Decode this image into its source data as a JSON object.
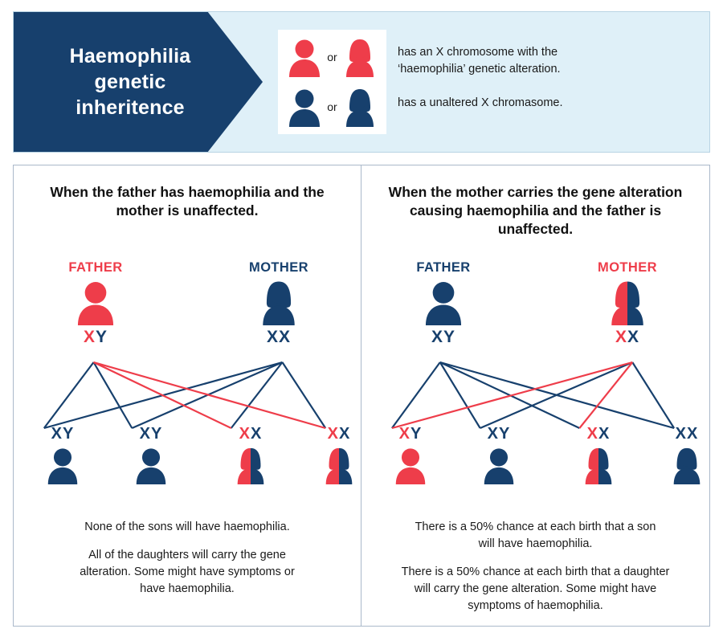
{
  "header": {
    "title": "Haemophilia genetic inheritence",
    "legend": {
      "or_label": "or",
      "affected_icons": [
        "red-male-figure",
        "red-female-figure"
      ],
      "unaffected_icons": [
        "blue-male-figure",
        "blue-female-figure"
      ],
      "affected_text_line1": "has an X chromosome with the",
      "affected_text_line2": "‘haemophilia’ genetic alteration.",
      "unaffected_text": "has a unaltered X chromasome."
    }
  },
  "colors": {
    "red": "#ee3d4a",
    "dark_blue": "#17406d",
    "header_band": "#dff0f8",
    "border": "#aab9ca"
  },
  "panels": [
    {
      "id": "father-affected",
      "heading": "When the father has haemophilia and the mother is unaffected.",
      "father": {
        "label": "FATHER",
        "label_color": "red",
        "figure": "red-male-figure",
        "chromosomes": [
          {
            "letter": "X",
            "color": "red"
          },
          {
            "letter": "Y",
            "color": "blue"
          }
        ]
      },
      "mother": {
        "label": "MOTHER",
        "label_color": "blue",
        "figure": "blue-female-figure",
        "chromosomes": [
          {
            "letter": "X",
            "color": "blue"
          },
          {
            "letter": "X",
            "color": "blue"
          }
        ]
      },
      "children": [
        {
          "sex": "son",
          "figure": "blue-male-figure",
          "chromosomes": [
            {
              "letter": "X",
              "color": "blue"
            },
            {
              "letter": "Y",
              "color": "blue"
            }
          ]
        },
        {
          "sex": "son",
          "figure": "blue-male-figure",
          "chromosomes": [
            {
              "letter": "X",
              "color": "blue"
            },
            {
              "letter": "Y",
              "color": "blue"
            }
          ]
        },
        {
          "sex": "daughter",
          "figure": "split-female-figure",
          "chromosomes": [
            {
              "letter": "X",
              "color": "red"
            },
            {
              "letter": "X",
              "color": "blue"
            }
          ]
        },
        {
          "sex": "daughter",
          "figure": "split-female-figure",
          "chromosomes": [
            {
              "letter": "X",
              "color": "red"
            },
            {
              "letter": "X",
              "color": "blue"
            }
          ]
        }
      ],
      "inheritance_lines": [
        {
          "from": "father",
          "to": 0,
          "color": "blue"
        },
        {
          "from": "father",
          "to": 1,
          "color": "blue"
        },
        {
          "from": "father",
          "to": 2,
          "color": "red"
        },
        {
          "from": "father",
          "to": 3,
          "color": "red"
        },
        {
          "from": "mother",
          "to": 0,
          "color": "blue"
        },
        {
          "from": "mother",
          "to": 1,
          "color": "blue"
        },
        {
          "from": "mother",
          "to": 2,
          "color": "blue"
        },
        {
          "from": "mother",
          "to": 3,
          "color": "blue"
        }
      ],
      "captions": [
        "None of the sons will have haemophilia.",
        "All of the daughters will carry the gene alteration. Some might have symptoms or have haemophilia."
      ]
    },
    {
      "id": "mother-carrier",
      "heading": "When the mother carries the gene alteration causing haemophilia and the father is unaffected.",
      "father": {
        "label": "FATHER",
        "label_color": "blue",
        "figure": "blue-male-figure",
        "chromosomes": [
          {
            "letter": "X",
            "color": "blue"
          },
          {
            "letter": "Y",
            "color": "blue"
          }
        ]
      },
      "mother": {
        "label": "MOTHER",
        "label_color": "red",
        "figure": "split-female-figure",
        "chromosomes": [
          {
            "letter": "X",
            "color": "red"
          },
          {
            "letter": "X",
            "color": "blue"
          }
        ]
      },
      "children": [
        {
          "sex": "son",
          "figure": "red-male-figure",
          "chromosomes": [
            {
              "letter": "X",
              "color": "red"
            },
            {
              "letter": "Y",
              "color": "blue"
            }
          ]
        },
        {
          "sex": "son",
          "figure": "blue-male-figure",
          "chromosomes": [
            {
              "letter": "X",
              "color": "blue"
            },
            {
              "letter": "Y",
              "color": "blue"
            }
          ]
        },
        {
          "sex": "daughter",
          "figure": "split-female-figure",
          "chromosomes": [
            {
              "letter": "X",
              "color": "red"
            },
            {
              "letter": "X",
              "color": "blue"
            }
          ]
        },
        {
          "sex": "daughter",
          "figure": "blue-female-figure",
          "chromosomes": [
            {
              "letter": "X",
              "color": "blue"
            },
            {
              "letter": "X",
              "color": "blue"
            }
          ]
        }
      ],
      "inheritance_lines": [
        {
          "from": "father",
          "to": 0,
          "color": "blue"
        },
        {
          "from": "father",
          "to": 1,
          "color": "blue"
        },
        {
          "from": "father",
          "to": 2,
          "color": "blue"
        },
        {
          "from": "father",
          "to": 3,
          "color": "blue"
        },
        {
          "from": "mother",
          "to": 0,
          "color": "red"
        },
        {
          "from": "mother",
          "to": 1,
          "color": "blue"
        },
        {
          "from": "mother",
          "to": 2,
          "color": "red"
        },
        {
          "from": "mother",
          "to": 3,
          "color": "blue"
        }
      ],
      "captions": [
        "There is a 50% chance at each birth that a son will have haemophilia.",
        "There is a 50% chance at each birth that a daughter will carry the gene alteration. Some might have symptoms of haemophilia."
      ]
    }
  ]
}
